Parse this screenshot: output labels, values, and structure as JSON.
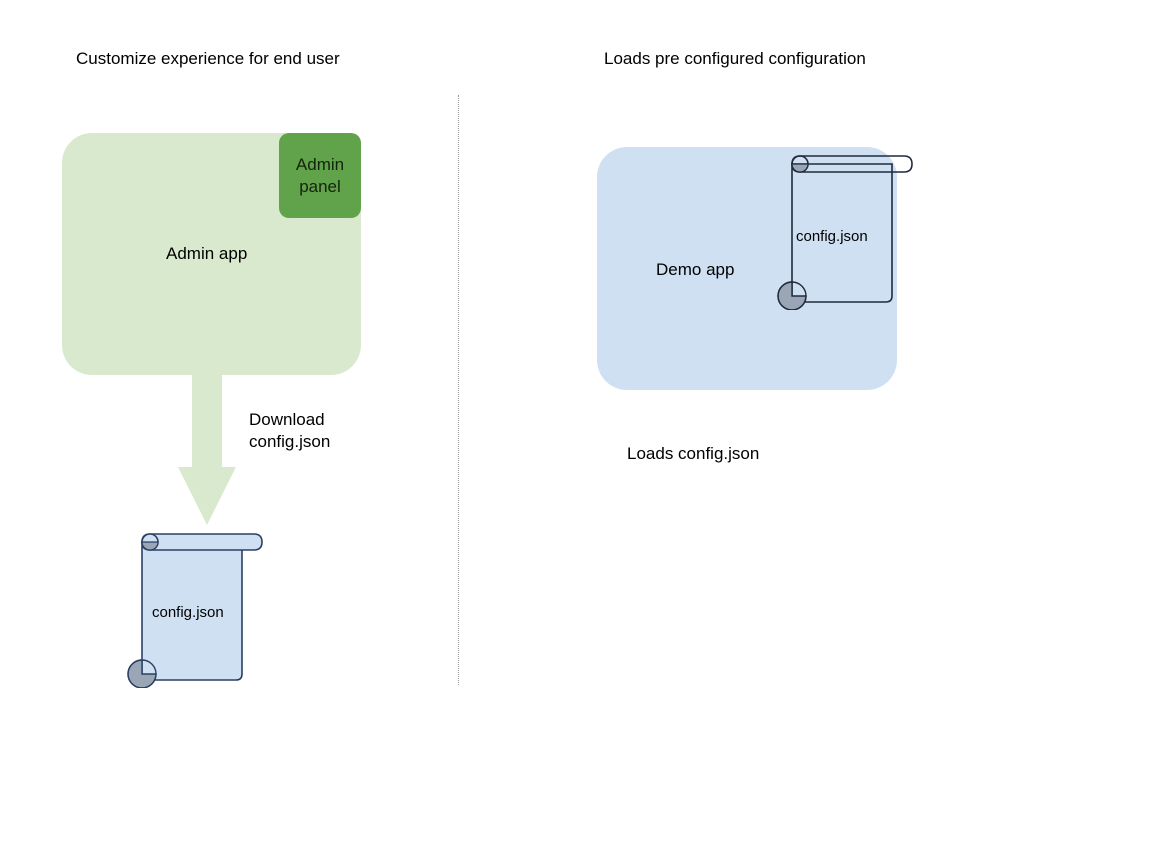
{
  "diagram": {
    "background": "#ffffff",
    "headings": {
      "left": "Customize experience for end user",
      "right": "Loads pre configured configuration"
    },
    "divider": {
      "style": "dotted",
      "color": "#9a9a9a"
    },
    "left_flow": {
      "app_panel": {
        "label": "Admin app",
        "fill": "#d9e9cd"
      },
      "chip": {
        "label": "Admin panel",
        "line1": "Admin",
        "line2": "panel",
        "fill": "#60a34a",
        "text_color": "#14240c"
      },
      "arrow": {
        "label_line1": "Download",
        "label_line2": "config.json",
        "fill": "#d9e9cd",
        "direction": "down"
      },
      "document": {
        "label": "config.json",
        "fill": "#cfe0f3",
        "stroke": "#2b3f63",
        "curl_fill": "#9aa6b5"
      }
    },
    "right_flow": {
      "app_panel": {
        "label": "Demo app",
        "fill": "#cfe0f3"
      },
      "document": {
        "label": "config.json",
        "fill": "transparent",
        "stroke": "#1f2a3d",
        "curl_fill": "#9aa6b5"
      },
      "caption": "Loads config.json"
    }
  }
}
